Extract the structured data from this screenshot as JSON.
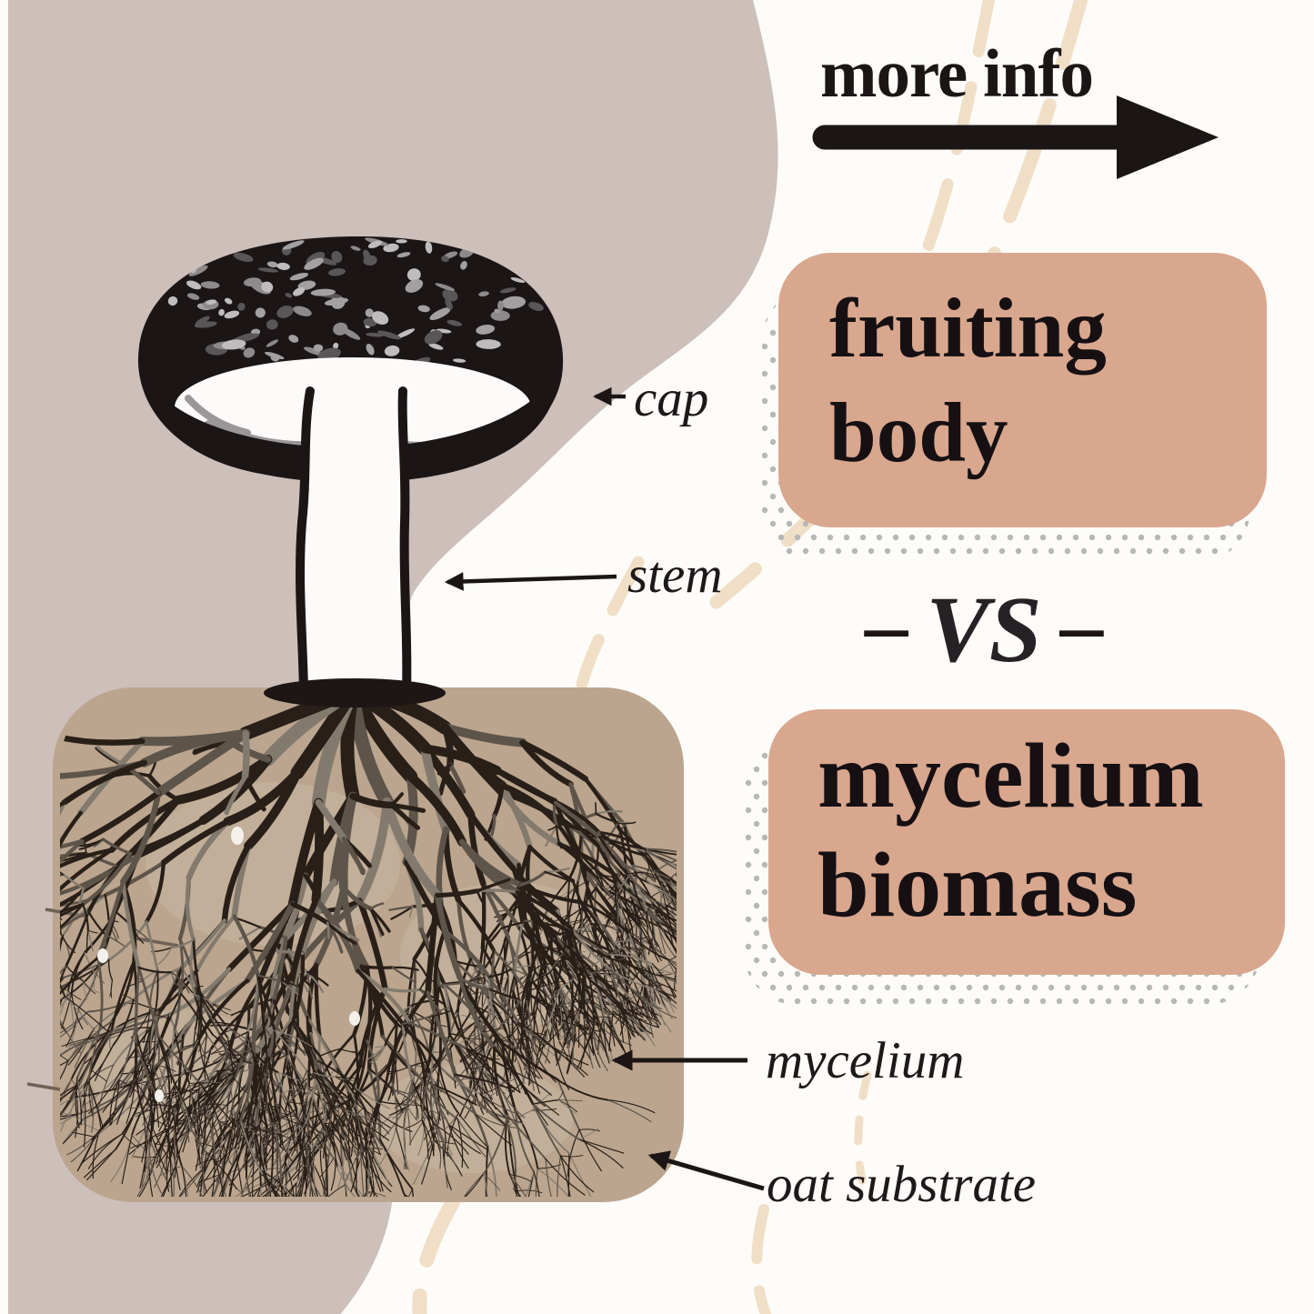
{
  "header": {
    "more_info_label": "more info"
  },
  "comparison": {
    "option_a_label": "fruiting body",
    "separator": {
      "left_dash": "–",
      "vs_label": "VS",
      "right_dash": "–"
    },
    "option_b_label": "mycelium biomass"
  },
  "diagram": {
    "labels": {
      "cap": "cap",
      "stem": "stem",
      "mycelium": "mycelium",
      "oat_substrate": "oat substrate"
    }
  },
  "theme": {
    "background": "#fdfcf9",
    "mauve": "#cdbfba",
    "panel_pink": "#d9a78e",
    "substrate_tan": "#bba58e",
    "ink": "#1b1516",
    "dot_gray": "#b7b7b7",
    "cream": "#f0dfc6",
    "white": "#fcfbfa"
  }
}
